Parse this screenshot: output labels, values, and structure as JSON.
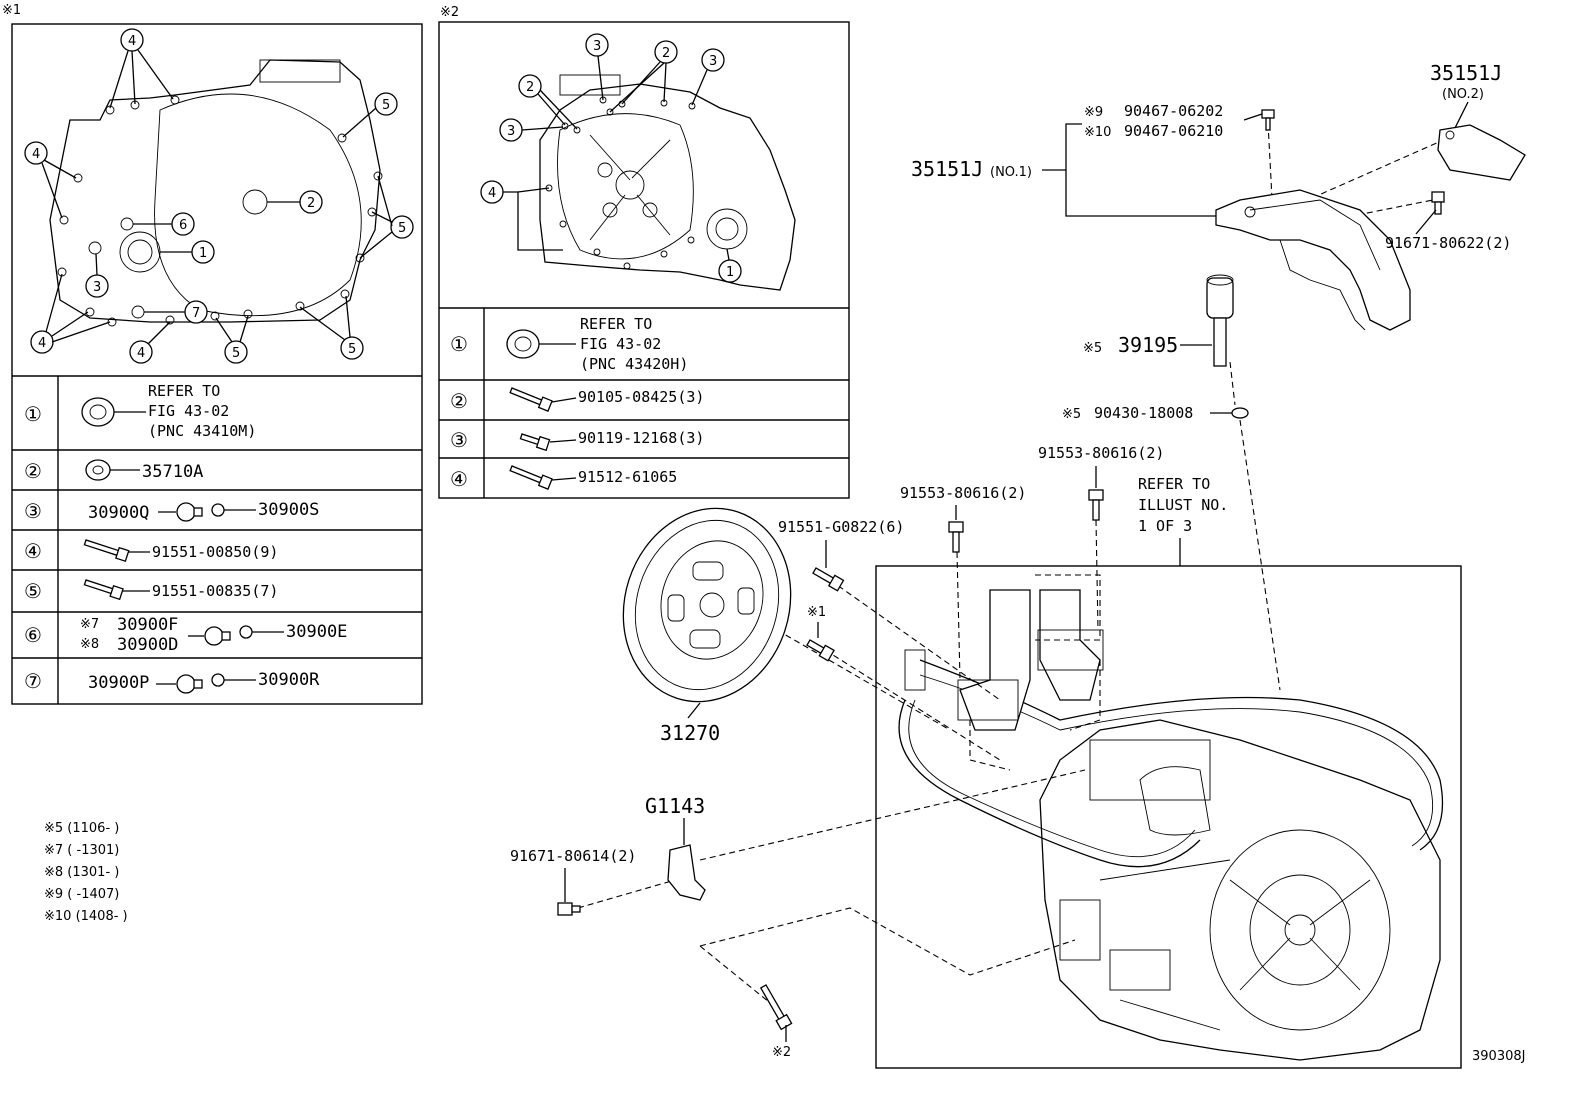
{
  "insets": {
    "inset1": {
      "marker": "※1",
      "table": [
        {
          "num": "①",
          "lines": [
            "REFER TO",
            "FIG 43-02",
            "(PNC 43410M)"
          ]
        },
        {
          "num": "②",
          "text": "35710A"
        },
        {
          "num": "③",
          "left": "30900Q",
          "right": "30900S"
        },
        {
          "num": "④",
          "text": "91551-00850(9)"
        },
        {
          "num": "⑤",
          "text": "91551-00835(7)"
        },
        {
          "num": "⑥",
          "note1": "※7",
          "left1": "30900F",
          "note2": "※8",
          "left2": "30900D",
          "right": "30900E"
        },
        {
          "num": "⑦",
          "left": "30900P",
          "right": "30900R"
        }
      ]
    },
    "inset2": {
      "marker": "※2",
      "table": [
        {
          "num": "①",
          "lines": [
            "REFER TO",
            "FIG 43-02",
            "(PNC 43420H)"
          ]
        },
        {
          "num": "②",
          "text": "90105-08425(3)"
        },
        {
          "num": "③",
          "text": "90119-12168(3)"
        },
        {
          "num": "④",
          "text": "91512-61065"
        }
      ]
    }
  },
  "callouts": {
    "n1": "1",
    "n2": "2",
    "n3": "3",
    "n4": "4",
    "n5": "5",
    "n6": "6",
    "n7": "7"
  },
  "labels": {
    "p35151J_no2": "35151J",
    "no2": "(NO.2)",
    "note9": "※9",
    "p90467_06202": "90467-06202",
    "note10": "※10",
    "p90467_06210": "90467-06210",
    "p35151J_no1": "35151J",
    "no1": "(NO.1)",
    "p91671_80622": "91671-80622(2)",
    "note5a": "※5",
    "p39195": "39195",
    "note5b": "※5",
    "p90430_18008": "90430-18008",
    "p91553_a": "91553-80616(2)",
    "p91553_b": "91553-80616(2)",
    "refer1": "REFER TO",
    "refer2": "ILLUST NO.",
    "refer3": "1 OF 3",
    "p91551_G0822": "91551-G0822(6)",
    "note1_bolt": "※1",
    "p31270": "31270",
    "pG1143": "G1143",
    "p91671_80614": "91671-80614(2)",
    "note2_bolt": "※2",
    "figure_code": "390308J"
  },
  "notes": [
    "※5 (1106-    )",
    "※7 (    -1301)",
    "※8 (1301-    )",
    "※9 (    -1407)",
    "※10 (1408-    )"
  ]
}
